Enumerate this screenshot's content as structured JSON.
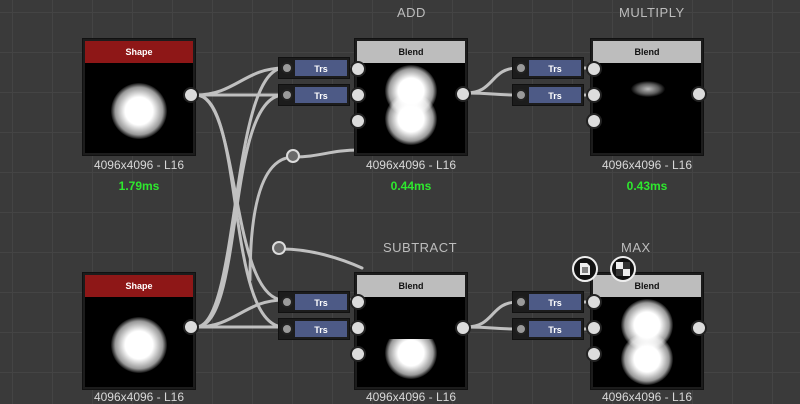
{
  "groups": {
    "add": "ADD",
    "multiply": "MULTIPLY",
    "subtract": "SUBTRACT",
    "max": "MAX"
  },
  "nodes": {
    "shape_top": {
      "title": "Shape",
      "info": "4096x4096 - L16",
      "time": "1.79ms"
    },
    "shape_bottom": {
      "title": "Shape",
      "info": "4096x4096 - L16"
    },
    "blend_add": {
      "title": "Blend",
      "info": "4096x4096 - L16",
      "time": "0.44ms"
    },
    "blend_multiply": {
      "title": "Blend",
      "info": "4096x4096 - L16",
      "time": "0.43ms"
    },
    "blend_subtract": {
      "title": "Blend",
      "info": "4096x4096 - L16"
    },
    "blend_max": {
      "title": "Blend",
      "info": "4096x4096 - L16"
    }
  },
  "trs": {
    "label": "Trs"
  },
  "icons": {
    "document": "document-icon",
    "checker": "checkerboard-icon"
  },
  "colors": {
    "shape_header": "#8e1717",
    "blend_header": "#bdbdbd",
    "trs_body": "#4d5a86",
    "timing": "#2ee82e",
    "wire": "#d0d0d0"
  }
}
